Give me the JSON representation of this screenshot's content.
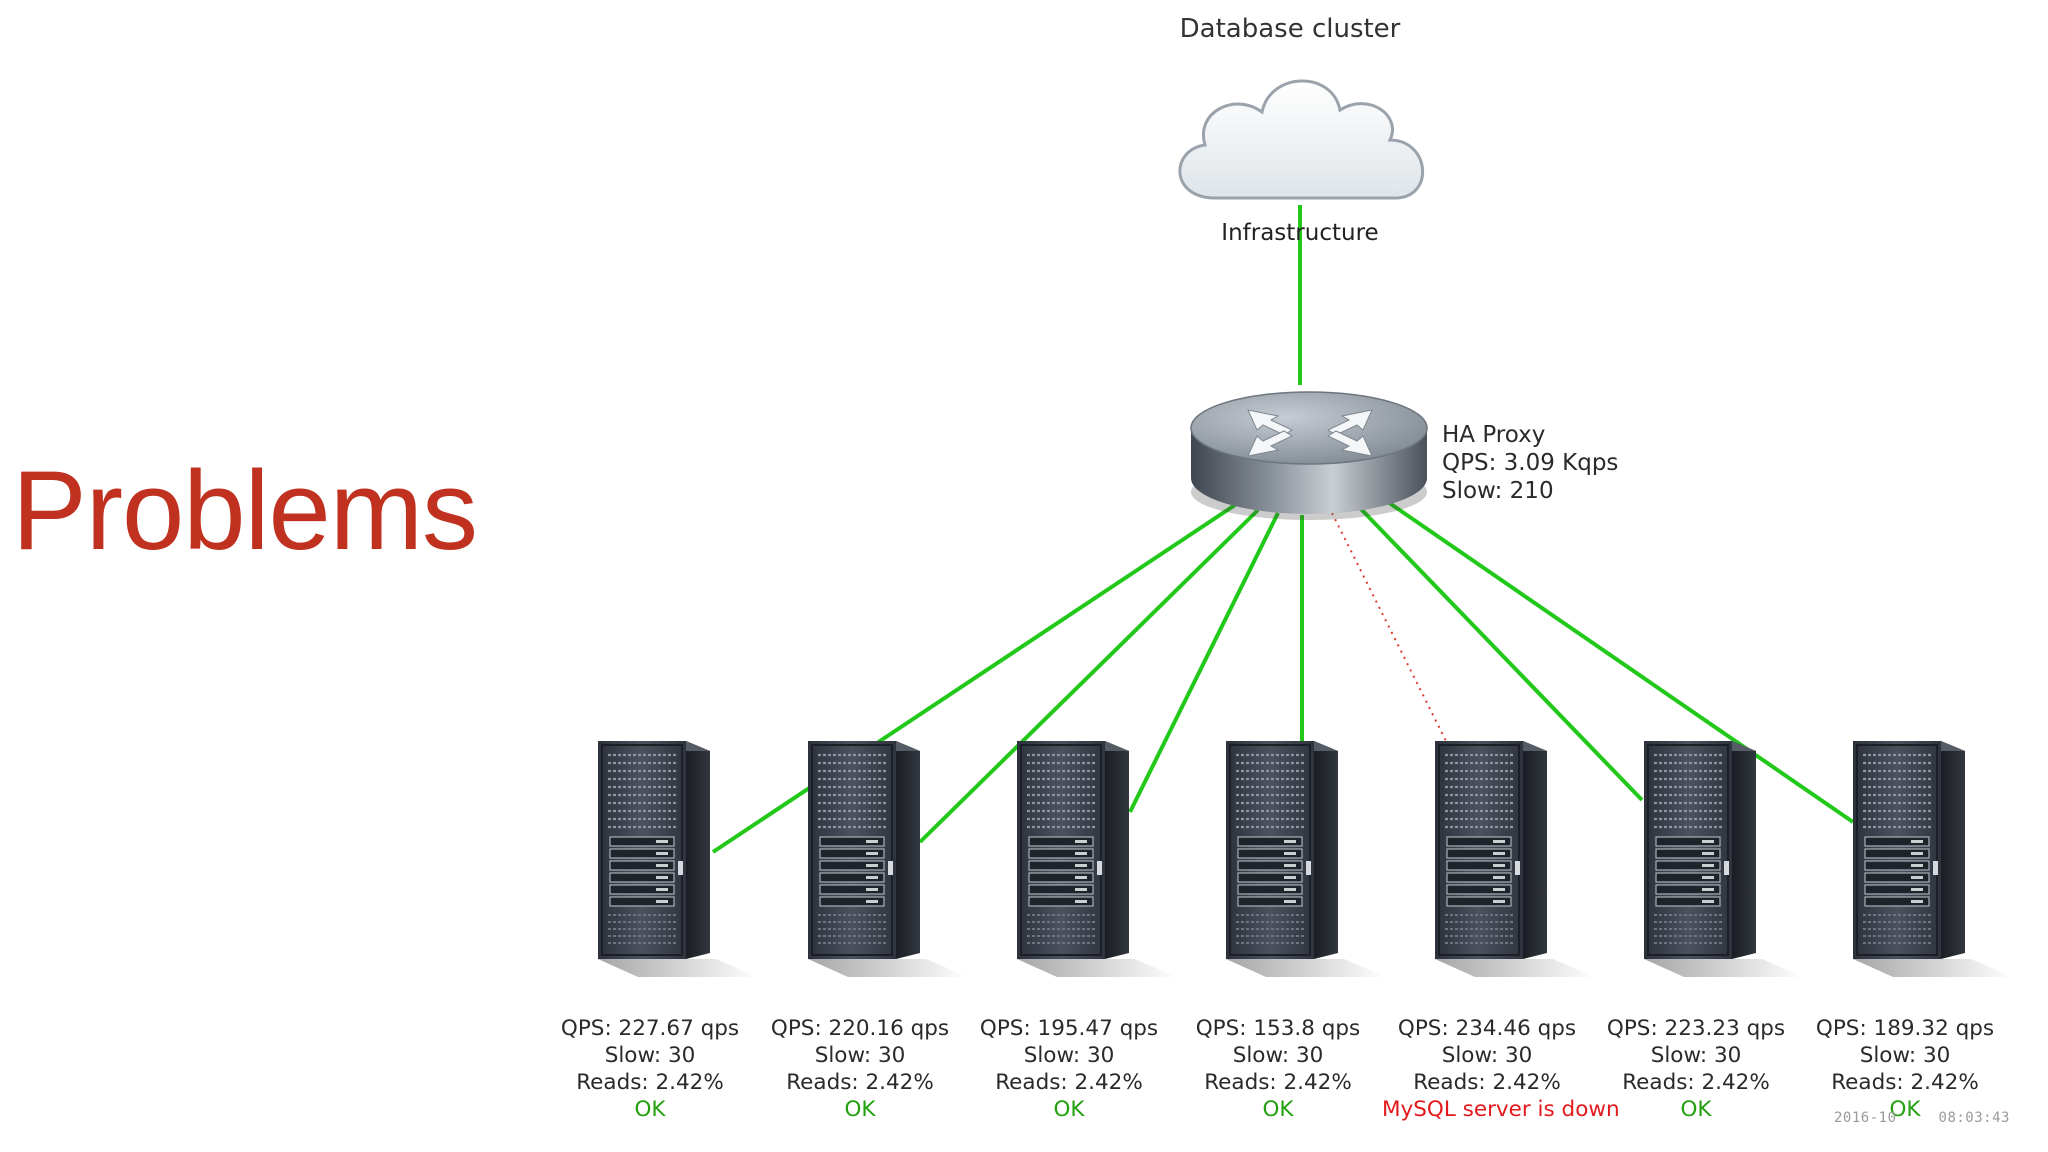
{
  "slide": {
    "title": "Problems"
  },
  "diagram": {
    "title": "Database cluster",
    "cloud": {
      "label": "Infrastructure"
    },
    "proxy": {
      "name": "HA Proxy",
      "qps": "QPS: 3.09 Kqps",
      "slow": "Slow: 210"
    },
    "servers": [
      {
        "qps": "QPS: 227.67 qps",
        "slow": "Slow: 30",
        "reads": "Reads: 2.42%",
        "status": "OK",
        "link": "up"
      },
      {
        "qps": "QPS: 220.16 qps",
        "slow": "Slow: 30",
        "reads": "Reads: 2.42%",
        "status": "OK",
        "link": "up"
      },
      {
        "qps": "QPS: 195.47 qps",
        "slow": "Slow: 30",
        "reads": "Reads: 2.42%",
        "status": "OK",
        "link": "up"
      },
      {
        "qps": "QPS: 153.8 qps",
        "slow": "Slow: 30",
        "reads": "Reads: 2.42%",
        "status": "OK",
        "link": "up"
      },
      {
        "qps": "QPS: 234.46 qps",
        "slow": "Slow: 30",
        "reads": "Reads: 2.42%",
        "status": "MySQL server is down",
        "link": "down"
      },
      {
        "qps": "QPS: 223.23 qps",
        "slow": "Slow: 30",
        "reads": "Reads: 2.42%",
        "status": "OK",
        "link": "up"
      },
      {
        "qps": "QPS: 189.32 qps",
        "slow": "Slow: 30",
        "reads": "Reads: 2.42%",
        "status": "OK",
        "link": "up"
      }
    ],
    "timestamp": "2016-10",
    "timestamp_suffix": "08:03:43",
    "colors": {
      "link_up": "#22c81a",
      "link_down": "#e03a2a",
      "status_ok": "#23a10f",
      "status_down": "#e3191c",
      "title": "#c0311f"
    }
  }
}
